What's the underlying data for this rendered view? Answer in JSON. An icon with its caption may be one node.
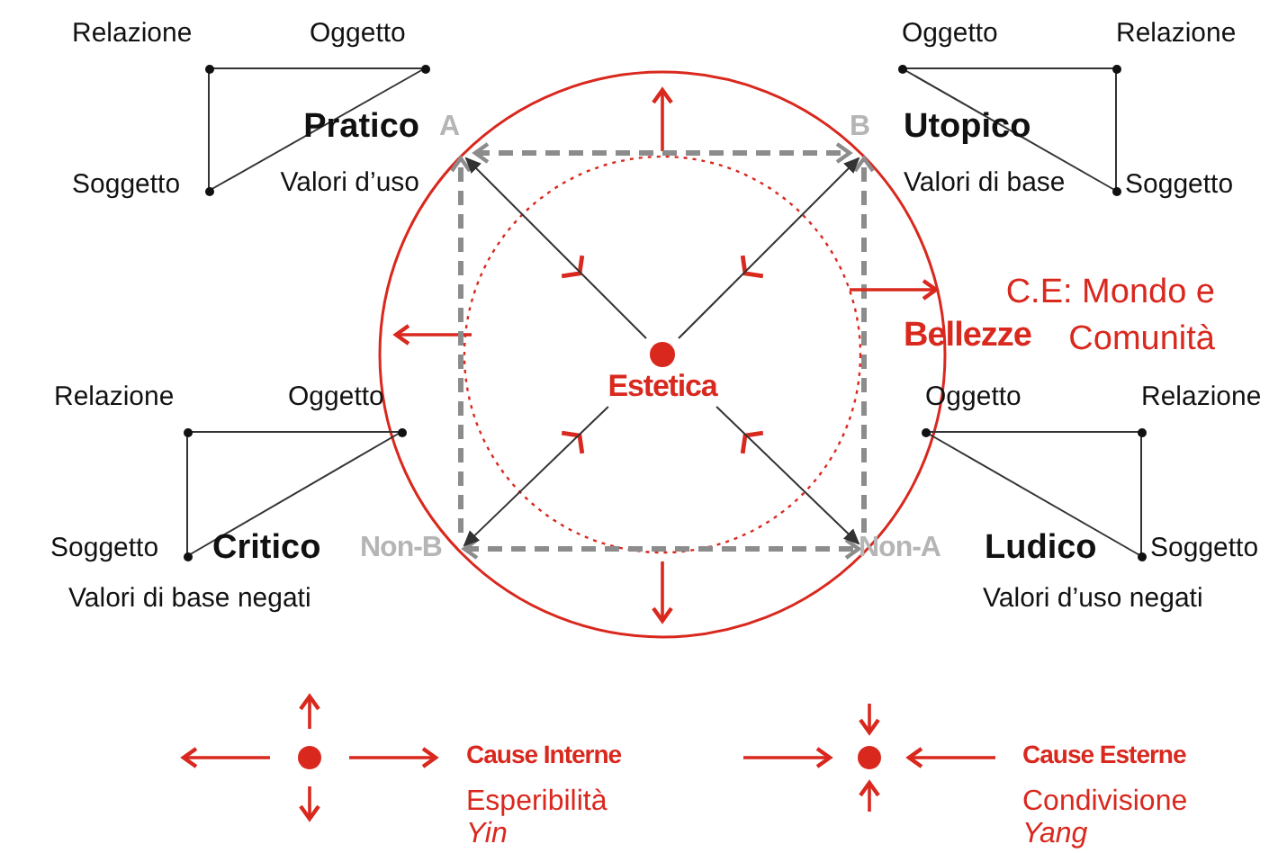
{
  "diagram": {
    "nodes": [
      {
        "text": [
          "A"
        ],
        "beside": [
          "Pratico",
          "Valori d’uso"
        ]
      },
      {
        "text": [
          "B"
        ],
        "beside": [
          "Utopico",
          "Valori di base"
        ]
      },
      {
        "text": [
          "Estetica"
        ]
      },
      {
        "text": [
          "Non-B"
        ],
        "beside": [
          "Critico",
          "Valori di base negati"
        ]
      },
      {
        "text": [
          "Non-A"
        ],
        "beside": [
          "Ludico",
          "Valori d’uso negati"
        ]
      },
      {
        "text": [
          "C.E: Mondo e Comunità"
        ]
      },
      {
        "text": [
          "Relazione"
        ]
      },
      {
        "text": [
          "Oggetto"
        ]
      },
      {
        "text": [
          "Soggetto"
        ]
      },
      {
        "text": [
          "Oggetto"
        ]
      },
      {
        "text": [
          "Relazione"
        ]
      },
      {
        "text": [
          "Soggetto"
        ]
      },
      {
        "text": [
          "Relazione"
        ]
      },
      {
        "text": [
          "Oggetto"
        ]
      },
      {
        "text": [
          "Soggetto"
        ]
      },
      {
        "text": [
          "Oggetto"
        ]
      },
      {
        "text": [
          "Relazione"
        ]
      },
      {
        "text": [
          "Soggetto"
        ]
      }
    ],
    "edges": [
      {
        "from": 0,
        "to": 1,
        "arrow": "both",
        "style": "dashed",
        "color": "#8c8c8c"
      },
      {
        "from": 3,
        "to": 0,
        "arrow": "to",
        "style": "dashed",
        "color": "#8c8c8c"
      },
      {
        "from": 4,
        "to": 1,
        "arrow": "to",
        "style": "dashed",
        "color": "#8c8c8c"
      },
      {
        "from": 3,
        "to": 4,
        "arrow": "both",
        "style": "dashed",
        "color": "#8c8c8c"
      },
      {
        "from": 2,
        "to": 0,
        "arrow": "to"
      },
      {
        "from": 2,
        "to": 1,
        "arrow": "to"
      },
      {
        "from": 2,
        "to": 3,
        "arrow": "to"
      },
      {
        "from": 2,
        "to": 4,
        "arrow": "to"
      },
      {
        "from": null,
        "to": 5,
        "arrow": "to",
        "color": "#d9281e"
      },
      {
        "from": 6,
        "to": 7,
        "arrow": "none"
      },
      {
        "from": 6,
        "to": 8,
        "arrow": "none"
      },
      {
        "from": 7,
        "to": 8,
        "arrow": "none"
      },
      {
        "from": 9,
        "to": 10,
        "arrow": "none"
      },
      {
        "from": 10,
        "to": 11,
        "arrow": "none"
      },
      {
        "from": 9,
        "to": 11,
        "arrow": "none"
      },
      {
        "from": 12,
        "to": 13,
        "arrow": "none"
      },
      {
        "from": 12,
        "to": 14,
        "arrow": "none"
      },
      {
        "from": 13,
        "to": 14,
        "arrow": "none"
      },
      {
        "from": 15,
        "to": 16,
        "arrow": "none"
      },
      {
        "from": 16,
        "to": 17,
        "arrow": "none"
      },
      {
        "from": 15,
        "to": 17,
        "arrow": "none"
      }
    ],
    "labels": [
      "Bellezze",
      "Cause Interne",
      "Esperibilità",
      "Yin",
      "Cause Esterne",
      "Condivisione",
      "Yang"
    ]
  }
}
